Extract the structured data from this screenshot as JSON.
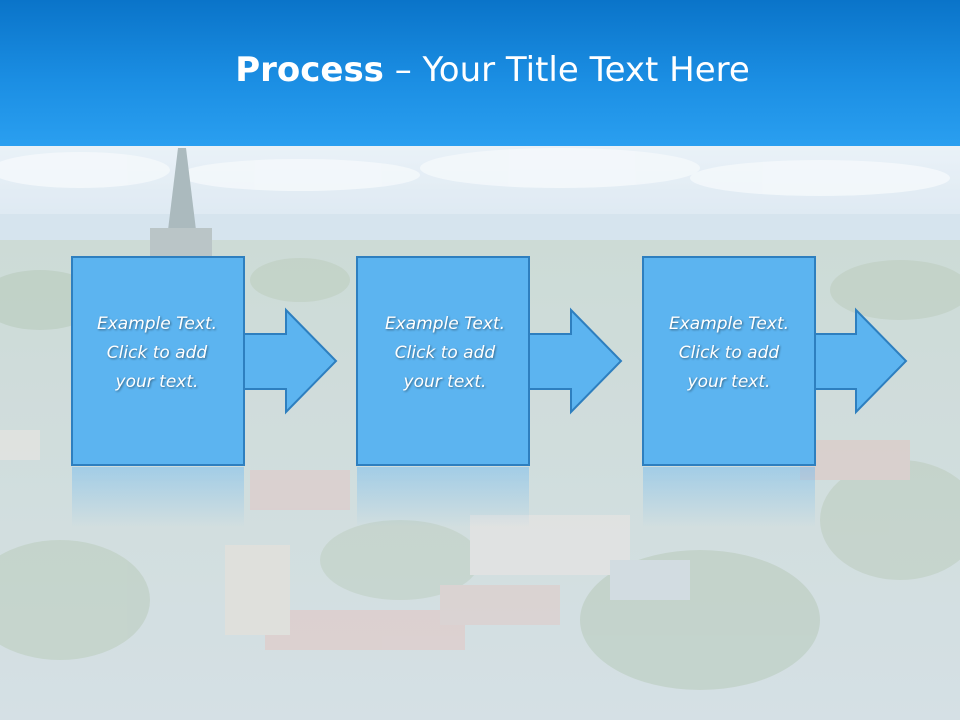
{
  "slide": {
    "title_bold": "Process",
    "title_rest": " – Your Title Text Here"
  },
  "steps": [
    {
      "line1": "Example Text.",
      "line2": "Click  to add",
      "line3": "your text."
    },
    {
      "line1": "Example Text.",
      "line2": "Click  to add",
      "line3": "your text."
    },
    {
      "line1": "Example Text.",
      "line2": "Click  to add",
      "line3": "your text."
    }
  ],
  "colors": {
    "header": "#1b8ee3",
    "box_fill": "#5cb4f0",
    "box_border": "#2e7fbf"
  }
}
